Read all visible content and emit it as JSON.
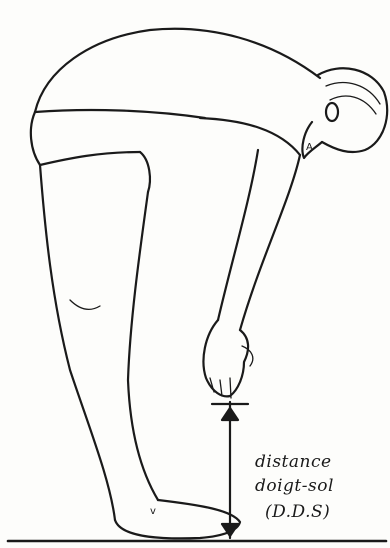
{
  "caption": {
    "line1": "distance",
    "line2": "doigt-sol",
    "line3": "(D.D.S)"
  },
  "marks": {
    "a": "A",
    "v": "v"
  },
  "colors": {
    "ink": "#1a1a1a",
    "paper": "#fdfdfb"
  }
}
